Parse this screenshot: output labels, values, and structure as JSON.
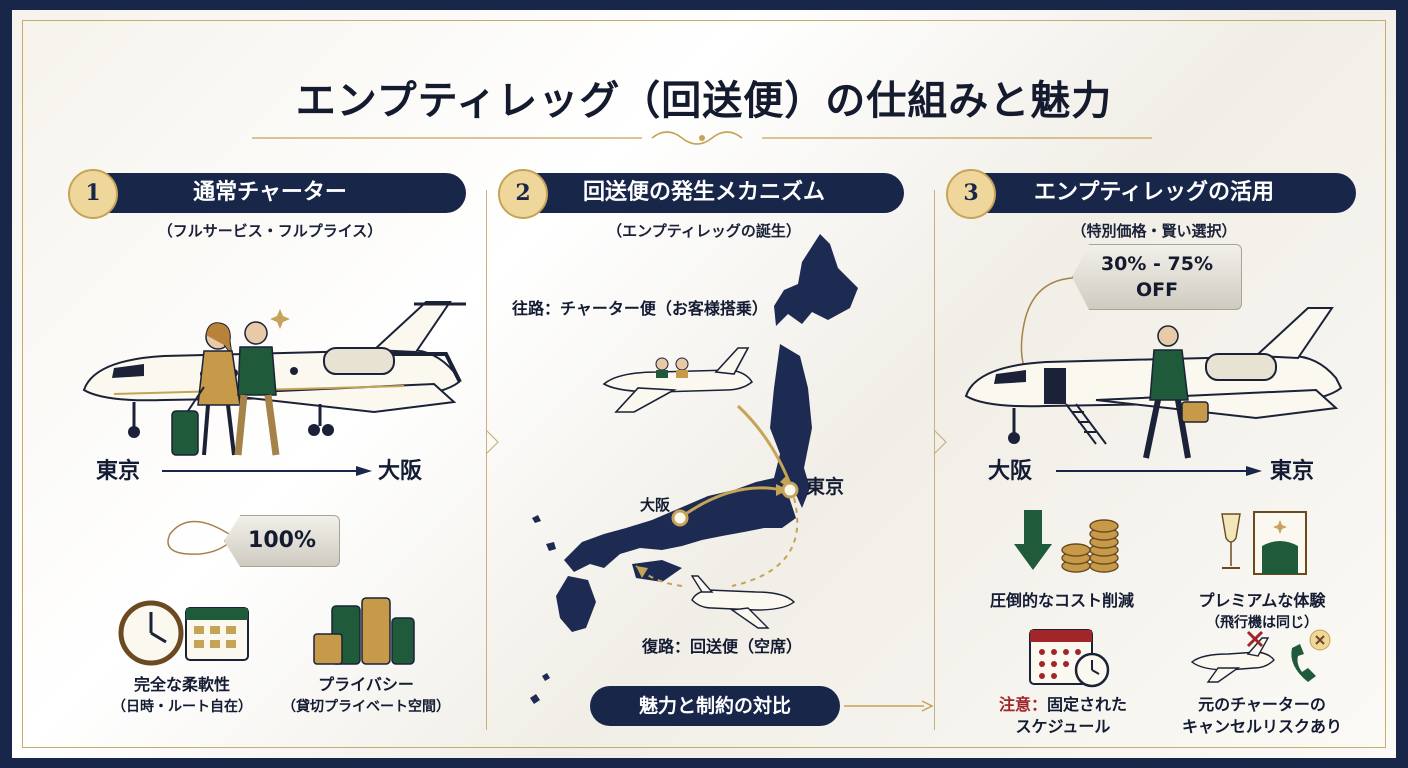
{
  "title": "エンプティレッグ（回送便）の仕組みと魅力",
  "section1": {
    "number": "1",
    "heading": "通常チャーター",
    "subtitle": "（フルサービス・フルプライス）",
    "origin": "東京",
    "destination": "大阪",
    "price_tag": "100%",
    "features": [
      {
        "line1": "完全な柔軟性",
        "line2": "（日時・ルート自在）"
      },
      {
        "line1": "プライバシー",
        "line2": "（貸切プライベート空間）"
      }
    ]
  },
  "section2": {
    "number": "2",
    "heading": "回送便の発生メカニズム",
    "subtitle": "（エンプティレッグの誕生）",
    "outbound_label": "往路：チャーター便（お客様搭乗）",
    "return_label": "復路：回送便（空席）",
    "city_tokyo": "東京",
    "city_osaka": "大阪",
    "button": "魅力と制約の対比"
  },
  "section3": {
    "number": "3",
    "heading": "エンプティレッグの活用",
    "subtitle": "（特別価格・賢い選択）",
    "discount_line1": "30% - 75%",
    "discount_line2": "OFF",
    "origin": "大阪",
    "destination": "東京",
    "benefits": [
      {
        "line1": "圧倒的なコスト削減",
        "line2": ""
      },
      {
        "line1": "プレミアムな体験",
        "line2": "（飛行機は同じ）"
      }
    ],
    "constraints": [
      {
        "prefix": "注意：",
        "line1": "固定された",
        "line2": "スケジュール"
      },
      {
        "prefix": "",
        "line1": "元のチャーターの",
        "line2": "キャンセルリスクあり"
      }
    ]
  },
  "colors": {
    "navy": "#18264a",
    "gold": "#c5a357",
    "green": "#1f5a3a",
    "red": "#a0262a"
  }
}
